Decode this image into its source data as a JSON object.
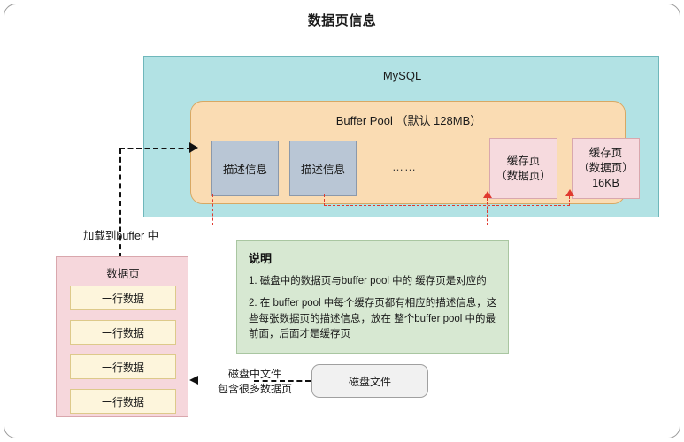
{
  "page": {
    "title": "数据页信息"
  },
  "mysql": {
    "label": "MySQL",
    "buffer_pool": {
      "label": "Buffer Pool （默认 128MB）",
      "desc_boxes": [
        {
          "label": "描述信息"
        },
        {
          "label": "描述信息"
        }
      ],
      "ellipsis": "……",
      "cache_boxes": [
        {
          "line1": "缓存页",
          "line2": "（数据页）",
          "line3": ""
        },
        {
          "line1": "缓存页",
          "line2": "（数据页）",
          "line3": "16KB"
        }
      ]
    }
  },
  "load_arrow": {
    "label": "加载到buffer 中"
  },
  "data_page": {
    "label": "数据页",
    "rows": [
      {
        "label": "一行数据"
      },
      {
        "label": "一行数据"
      },
      {
        "label": "一行数据"
      },
      {
        "label": "一行数据"
      }
    ]
  },
  "note": {
    "title": "说明",
    "line1": "1. 磁盘中的数据页与buffer pool 中的 缓存页是对应的",
    "line2": "2. 在 buffer pool 中每个缓存页都有相应的描述信息，这些每张数据页的描述信息，放在 整个buffer pool 中的最前面，后面才是缓存页"
  },
  "disk": {
    "file_box_label": "磁盘文件",
    "caption_line1": "磁盘中文件",
    "caption_line2": "包含很多数据页"
  },
  "colors": {
    "mysql_fill": "#b2e2e4",
    "buffer_pool_fill": "#fadcb3",
    "desc_fill": "#b9c6d5",
    "cache_fill": "#f6dade",
    "data_page_fill": "#f6d7dc",
    "row_fill": "#fdf5dc",
    "note_fill": "#d7e8d2",
    "disk_fill": "#f1f1f1",
    "red_connector": "#e03a2f"
  }
}
